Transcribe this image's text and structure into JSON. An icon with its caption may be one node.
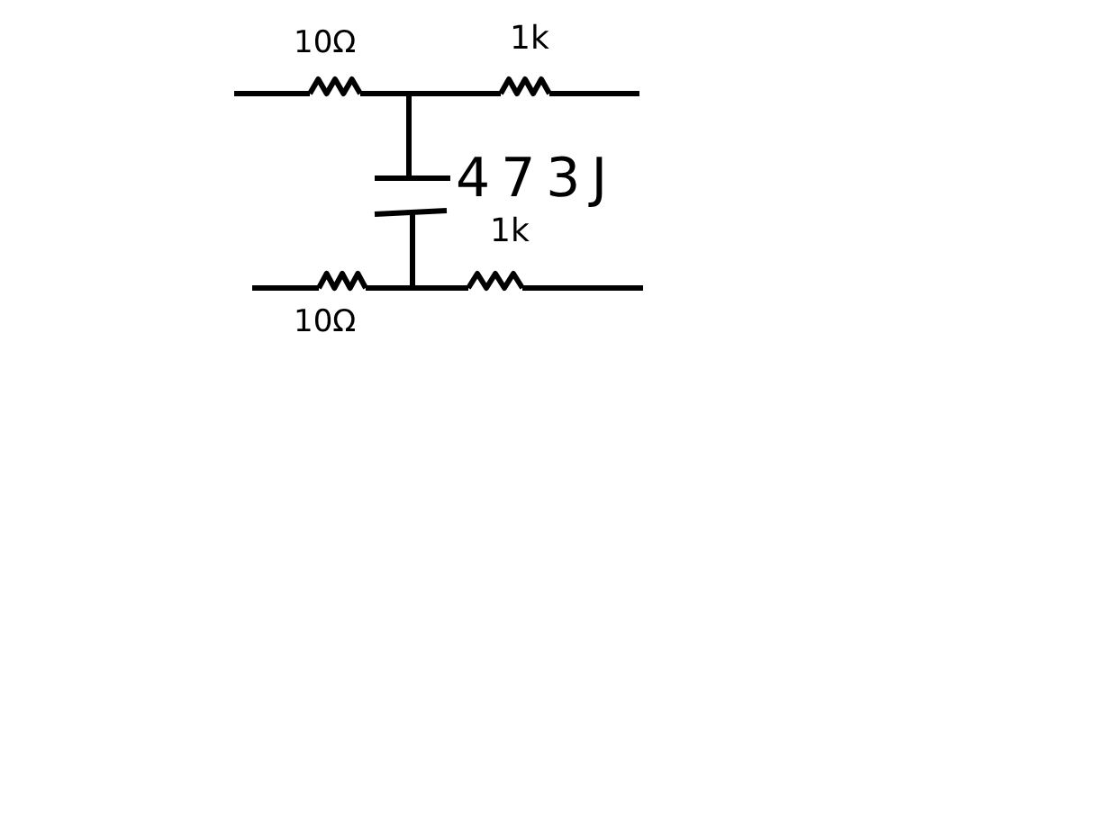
{
  "diagram": {
    "labels": [
      "10Ω",
      "1k",
      "473J",
      "1k",
      "10Ω"
    ]
  }
}
